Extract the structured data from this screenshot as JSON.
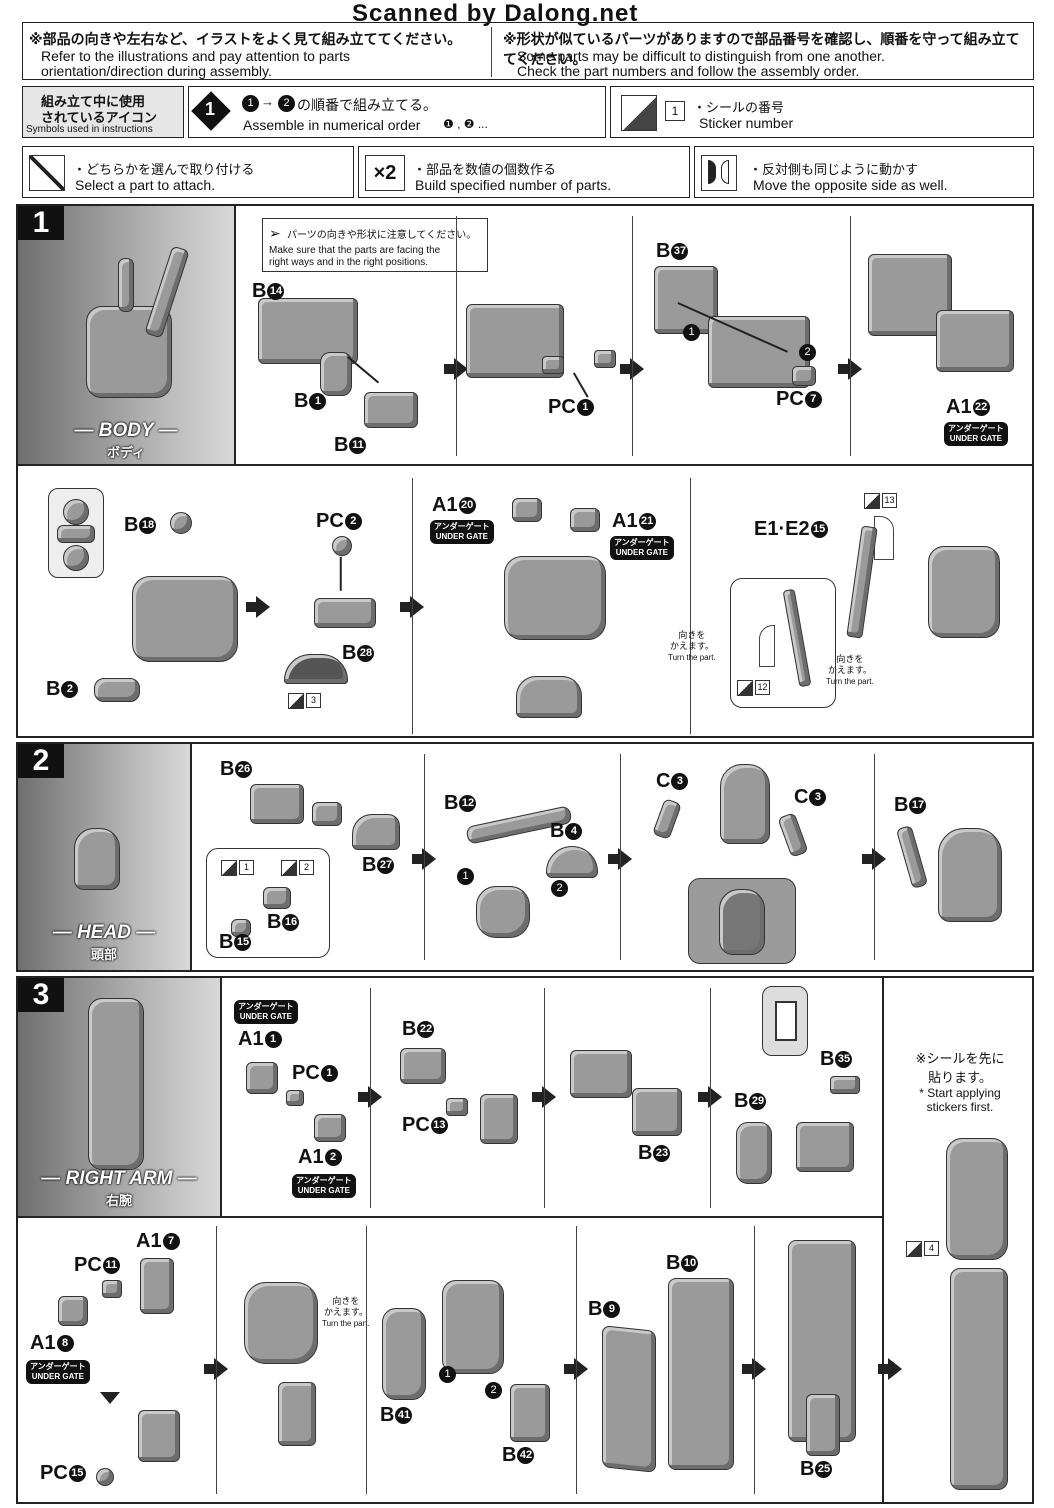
{
  "watermark": "Scanned by Dalong.net",
  "header": {
    "left_jp": "※部品の向きや左右など、イラストをよく見て組み立ててください。",
    "left_en1": "Refer to the illustrations and pay attention to parts",
    "left_en2": "orientation/direction during assembly.",
    "right_jp": "※形状が似ているパーツがありますので部品番号を確認し、順番を守って組み立ててください。",
    "right_en1": "Some parts may be difficult to distinguish from one another.",
    "right_en2": "Check the part numbers and follow the assembly order."
  },
  "legend": {
    "title_jp1": "組み立て中に使用",
    "title_jp2": "されているアイコン",
    "title_en": "Symbols used in instructions",
    "order_jp": "の順番で組み立てる。",
    "order_en": "Assemble in numerical order",
    "order_icon": "1",
    "sticker_jp": "・シールの番号",
    "sticker_en": "Sticker number",
    "sticker_num": "1",
    "select_jp": "・どちらかを選んで取り付ける",
    "select_en": "Select a part to attach.",
    "build_icon": "×2",
    "build_jp": "・部品を数値の個数作る",
    "build_en": "Build specified number of parts.",
    "opposite_jp": "・反対側も同じように動かす",
    "opposite_en": "Move the opposite side as well."
  },
  "steps": {
    "s1": {
      "num": "1",
      "title": "BODY",
      "sub": "ボディ"
    },
    "s2": {
      "num": "2",
      "title": "HEAD",
      "sub": "頭部"
    },
    "s3": {
      "num": "3",
      "title": "RIGHT ARM",
      "sub": "右腕"
    }
  },
  "notes": {
    "facing_jp": "パーツの向きや形状に注意してください。",
    "facing_en1": "Make sure that the parts are facing the",
    "facing_en2": "right ways and in the right positions.",
    "turn_jp1": "向きを",
    "turn_jp2": "かえます。",
    "turn_en": "Turn the part.",
    "under_gate_jp": "アンダーゲート",
    "under_gate_en": "UNDER GATE",
    "stickers_first_jp1": "※シールを先に",
    "stickers_first_jp2": "貼ります。",
    "stickers_first_en1": "* Start applying",
    "stickers_first_en2": "stickers first."
  },
  "labels": {
    "b14": "B",
    "b14n": "14",
    "b1": "B",
    "b1n": "1",
    "b11": "B",
    "b11n": "11",
    "pc1": "PC",
    "pc1n": "1",
    "b37": "B",
    "b37n": "37",
    "pc7": "PC",
    "pc7n": "7",
    "a122": "A1",
    "a122n": "22",
    "b18": "B",
    "b18n": "18",
    "b2": "B",
    "b2n": "2",
    "pc2": "PC",
    "pc2n": "2",
    "b28": "B",
    "b28n": "28",
    "a120": "A1",
    "a120n": "20",
    "a121": "A1",
    "a121n": "21",
    "e1e2": "E1·E2",
    "e1e2n": "15",
    "st3": "3",
    "st12": "12",
    "st13": "13",
    "b26": "B",
    "b26n": "26",
    "b27": "B",
    "b27n": "27",
    "b16": "B",
    "b16n": "16",
    "b15": "B",
    "b15n": "15",
    "st1": "1",
    "st2": "2",
    "b12": "B",
    "b12n": "12",
    "b4": "B",
    "b4n": "4",
    "c3a": "C",
    "c3an": "3",
    "c3b": "C",
    "c3bn": "3",
    "b17": "B",
    "b17n": "17",
    "a11": "A1",
    "a11n": "1",
    "pc1b": "PC",
    "pc1bn": "1",
    "a12": "A1",
    "a12n": "2",
    "b22": "B",
    "b22n": "22",
    "pc13": "PC",
    "pc13n": "13",
    "b23": "B",
    "b23n": "23",
    "b35": "B",
    "b35n": "35",
    "b29": "B",
    "b29n": "29",
    "a17": "A1",
    "a17n": "7",
    "pc11": "PC",
    "pc11n": "11",
    "a18": "A1",
    "a18n": "8",
    "pc15": "PC",
    "pc15n": "15",
    "b41": "B",
    "b41n": "41",
    "b42": "B",
    "b42n": "42",
    "b10": "B",
    "b10n": "10",
    "b9": "B",
    "b9n": "9",
    "b25": "B",
    "b25n": "25",
    "st4": "4"
  }
}
